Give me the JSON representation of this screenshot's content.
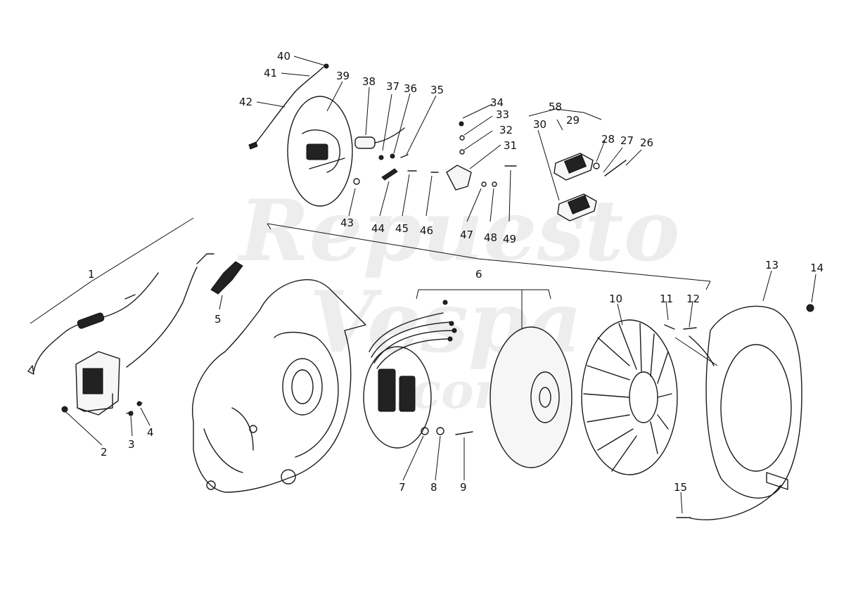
{
  "watermark": {
    "line1": "Repuesto",
    "line2": "Vespa",
    "line3": ".com"
  },
  "callouts": [
    {
      "id": "1",
      "text": "1"
    },
    {
      "id": "2",
      "text": "2"
    },
    {
      "id": "3",
      "text": "3"
    },
    {
      "id": "4",
      "text": "4"
    },
    {
      "id": "5",
      "text": "5"
    },
    {
      "id": "6",
      "text": "6"
    },
    {
      "id": "7",
      "text": "7"
    },
    {
      "id": "8",
      "text": "8"
    },
    {
      "id": "9",
      "text": "9"
    },
    {
      "id": "10",
      "text": "10"
    },
    {
      "id": "11",
      "text": "11"
    },
    {
      "id": "12",
      "text": "12"
    },
    {
      "id": "13",
      "text": "13"
    },
    {
      "id": "14",
      "text": "14"
    },
    {
      "id": "15",
      "text": "15"
    },
    {
      "id": "26",
      "text": "26"
    },
    {
      "id": "27",
      "text": "27"
    },
    {
      "id": "28",
      "text": "28"
    },
    {
      "id": "29",
      "text": "29"
    },
    {
      "id": "30",
      "text": "30"
    },
    {
      "id": "31",
      "text": "31"
    },
    {
      "id": "32",
      "text": "32"
    },
    {
      "id": "33",
      "text": "33"
    },
    {
      "id": "34",
      "text": "34"
    },
    {
      "id": "35",
      "text": "35"
    },
    {
      "id": "36",
      "text": "36"
    },
    {
      "id": "37",
      "text": "37"
    },
    {
      "id": "38",
      "text": "38"
    },
    {
      "id": "39",
      "text": "39"
    },
    {
      "id": "40",
      "text": "40"
    },
    {
      "id": "41",
      "text": "41"
    },
    {
      "id": "42",
      "text": "42"
    },
    {
      "id": "43",
      "text": "43"
    },
    {
      "id": "44",
      "text": "44"
    },
    {
      "id": "45",
      "text": "45"
    },
    {
      "id": "46",
      "text": "46"
    },
    {
      "id": "47",
      "text": "47"
    },
    {
      "id": "48",
      "text": "48"
    },
    {
      "id": "49",
      "text": "49"
    },
    {
      "id": "58",
      "text": "58"
    }
  ]
}
